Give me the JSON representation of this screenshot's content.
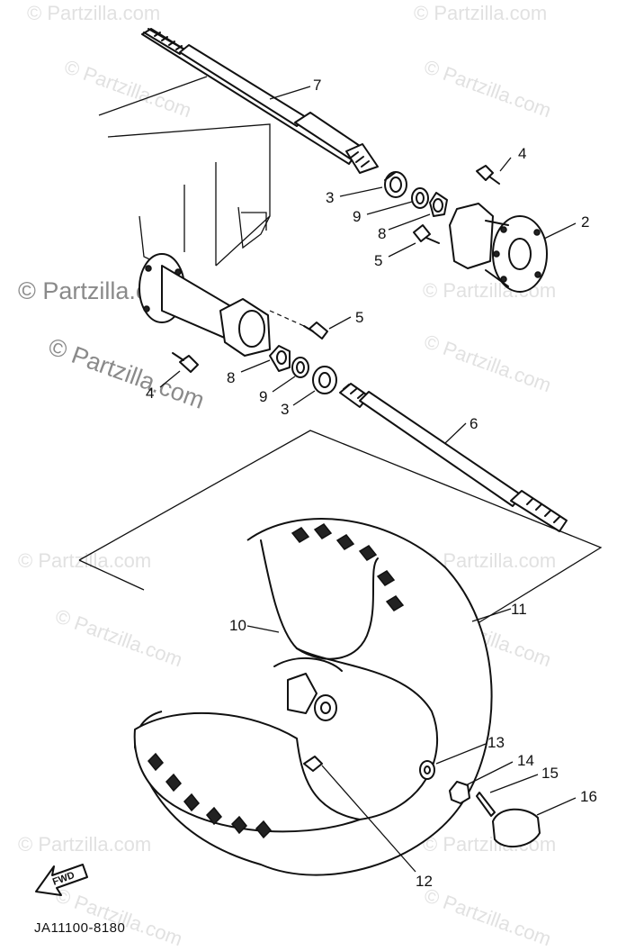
{
  "watermark": {
    "text": "© Partzilla.com",
    "faint_text": "© Partzilla.com"
  },
  "diagram_code": "JA11100-8180",
  "direction_marker": "FWD",
  "callouts": [
    {
      "id": "c7",
      "label": "7"
    },
    {
      "id": "c4a",
      "label": "4"
    },
    {
      "id": "c2",
      "label": "2"
    },
    {
      "id": "c3a",
      "label": "3"
    },
    {
      "id": "c9a",
      "label": "9"
    },
    {
      "id": "c8a",
      "label": "8"
    },
    {
      "id": "c5a",
      "label": "5"
    },
    {
      "id": "c5b",
      "label": "5"
    },
    {
      "id": "c8b",
      "label": "8"
    },
    {
      "id": "c4b",
      "label": "4"
    },
    {
      "id": "c9b",
      "label": "9"
    },
    {
      "id": "c3b",
      "label": "3"
    },
    {
      "id": "c6",
      "label": "6"
    },
    {
      "id": "c10",
      "label": "10"
    },
    {
      "id": "c11",
      "label": "11"
    },
    {
      "id": "c13",
      "label": "13"
    },
    {
      "id": "c14",
      "label": "14"
    },
    {
      "id": "c15",
      "label": "15"
    },
    {
      "id": "c16",
      "label": "16"
    },
    {
      "id": "c12",
      "label": "12"
    }
  ]
}
